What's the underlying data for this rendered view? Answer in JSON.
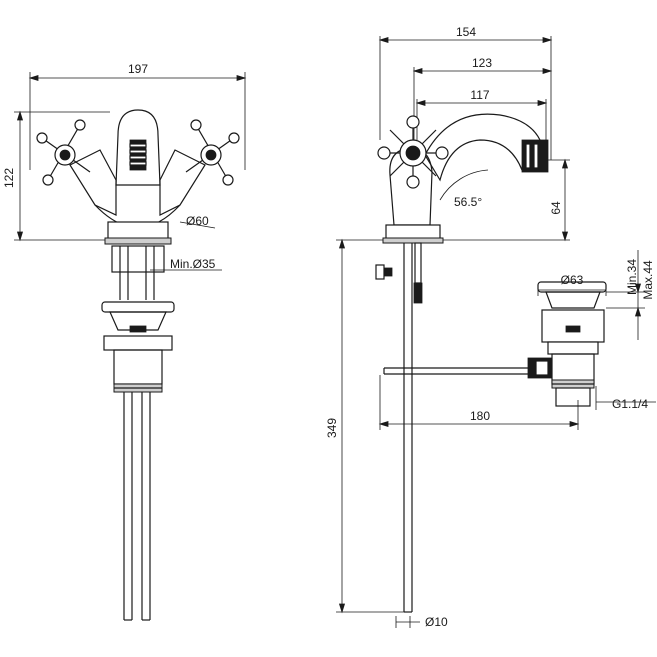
{
  "drawing": {
    "front_view": {
      "width_label": "197",
      "height_label": "122",
      "base_diameter_label": "Ø60",
      "hole_label": "Min.Ø35"
    },
    "side_view": {
      "overall_width_label": "154",
      "mid_width_label": "123",
      "spout_reach_label": "117",
      "angle_label": "56.5°",
      "spout_height_label": "64",
      "total_height_label": "349",
      "hose_diameter_label": "Ø10",
      "waste_offset_label": "180"
    },
    "waste_view": {
      "flange_diameter_label": "Ø63",
      "min_label": "Min.34",
      "max_label": "Max.44",
      "thread_label": "G1.1/4"
    }
  }
}
